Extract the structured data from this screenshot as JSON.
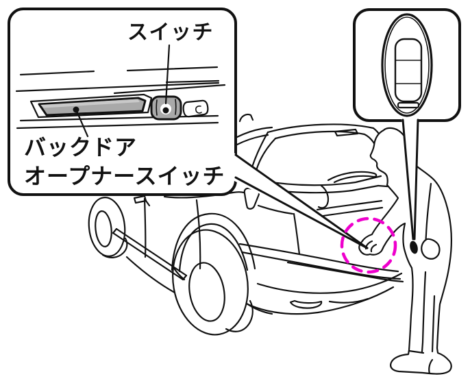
{
  "labels": {
    "switch": "スイッチ",
    "back_door_opener_line1": "バックドア",
    "back_door_opener_line2": "オープナースイッチ"
  },
  "colors": {
    "line": "#111111",
    "background": "#ffffff",
    "highlight": "#ee00cc",
    "switch_fill": "#a9a9a9",
    "switch_fill_light": "#c9c9c9",
    "pocket_key_fill": "#111111"
  },
  "icons": {
    "smart_key": "smart-key-icon",
    "back_door_opener_switch": "back-door-opener-switch-icon",
    "request_switch": "round-request-switch-icon",
    "highlight_circle": "dashed-highlight-circle"
  }
}
